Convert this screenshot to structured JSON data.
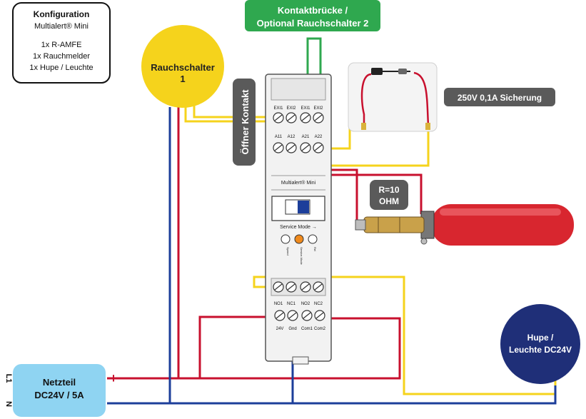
{
  "config_box": {
    "title": "Konfiguration",
    "product": "Multialert® Mini",
    "item1": "1x R-AMFE",
    "item2": "1x Rauchmelder",
    "item3": "1x Hupe / Leuchte"
  },
  "bridge_label": {
    "line1": "Kontaktbrücke /",
    "line2": "Optional Rauchschalter 2"
  },
  "smoke_switch": {
    "line1": "Rauchschalter",
    "line2": "1"
  },
  "opener_label": "Öffner Kontakt",
  "fuse_label": "250V 0,1A Sicherung",
  "resistor_label": {
    "line1": "R=10",
    "line2": "OHM"
  },
  "horn": {
    "line1": "Hupe /",
    "line2": "Leuchte DC24V"
  },
  "power_supply": {
    "line1": "Netzteil",
    "line2": "DC24V / 5A",
    "plus": "+",
    "minus": "-",
    "l1": "L1",
    "n": "N"
  },
  "device": {
    "name": "Multialert® Mini",
    "service_mode": "Service Mode →",
    "top_terminals": [
      "EXI1",
      "EXI2",
      "EXI1",
      "EXI2"
    ],
    "mid_terminals": [
      "A11",
      "A12",
      "A21",
      "A22"
    ],
    "relay_terminals": [
      "NO1",
      "NC1",
      "NO2",
      "NC2"
    ],
    "power_terminals": [
      "24V",
      "Gnd",
      "Com1",
      "Com2"
    ],
    "led_labels": [
      "Speed",
      "Service-Mode",
      "Rel"
    ]
  },
  "colors": {
    "yellow": "#f5d31c",
    "red": "#c8102e",
    "blue": "#1c3e9a",
    "green": "#2fa84f",
    "navy": "#1f2f78",
    "cyan": "#8fd4f2",
    "gray": "#5a5a5a"
  }
}
